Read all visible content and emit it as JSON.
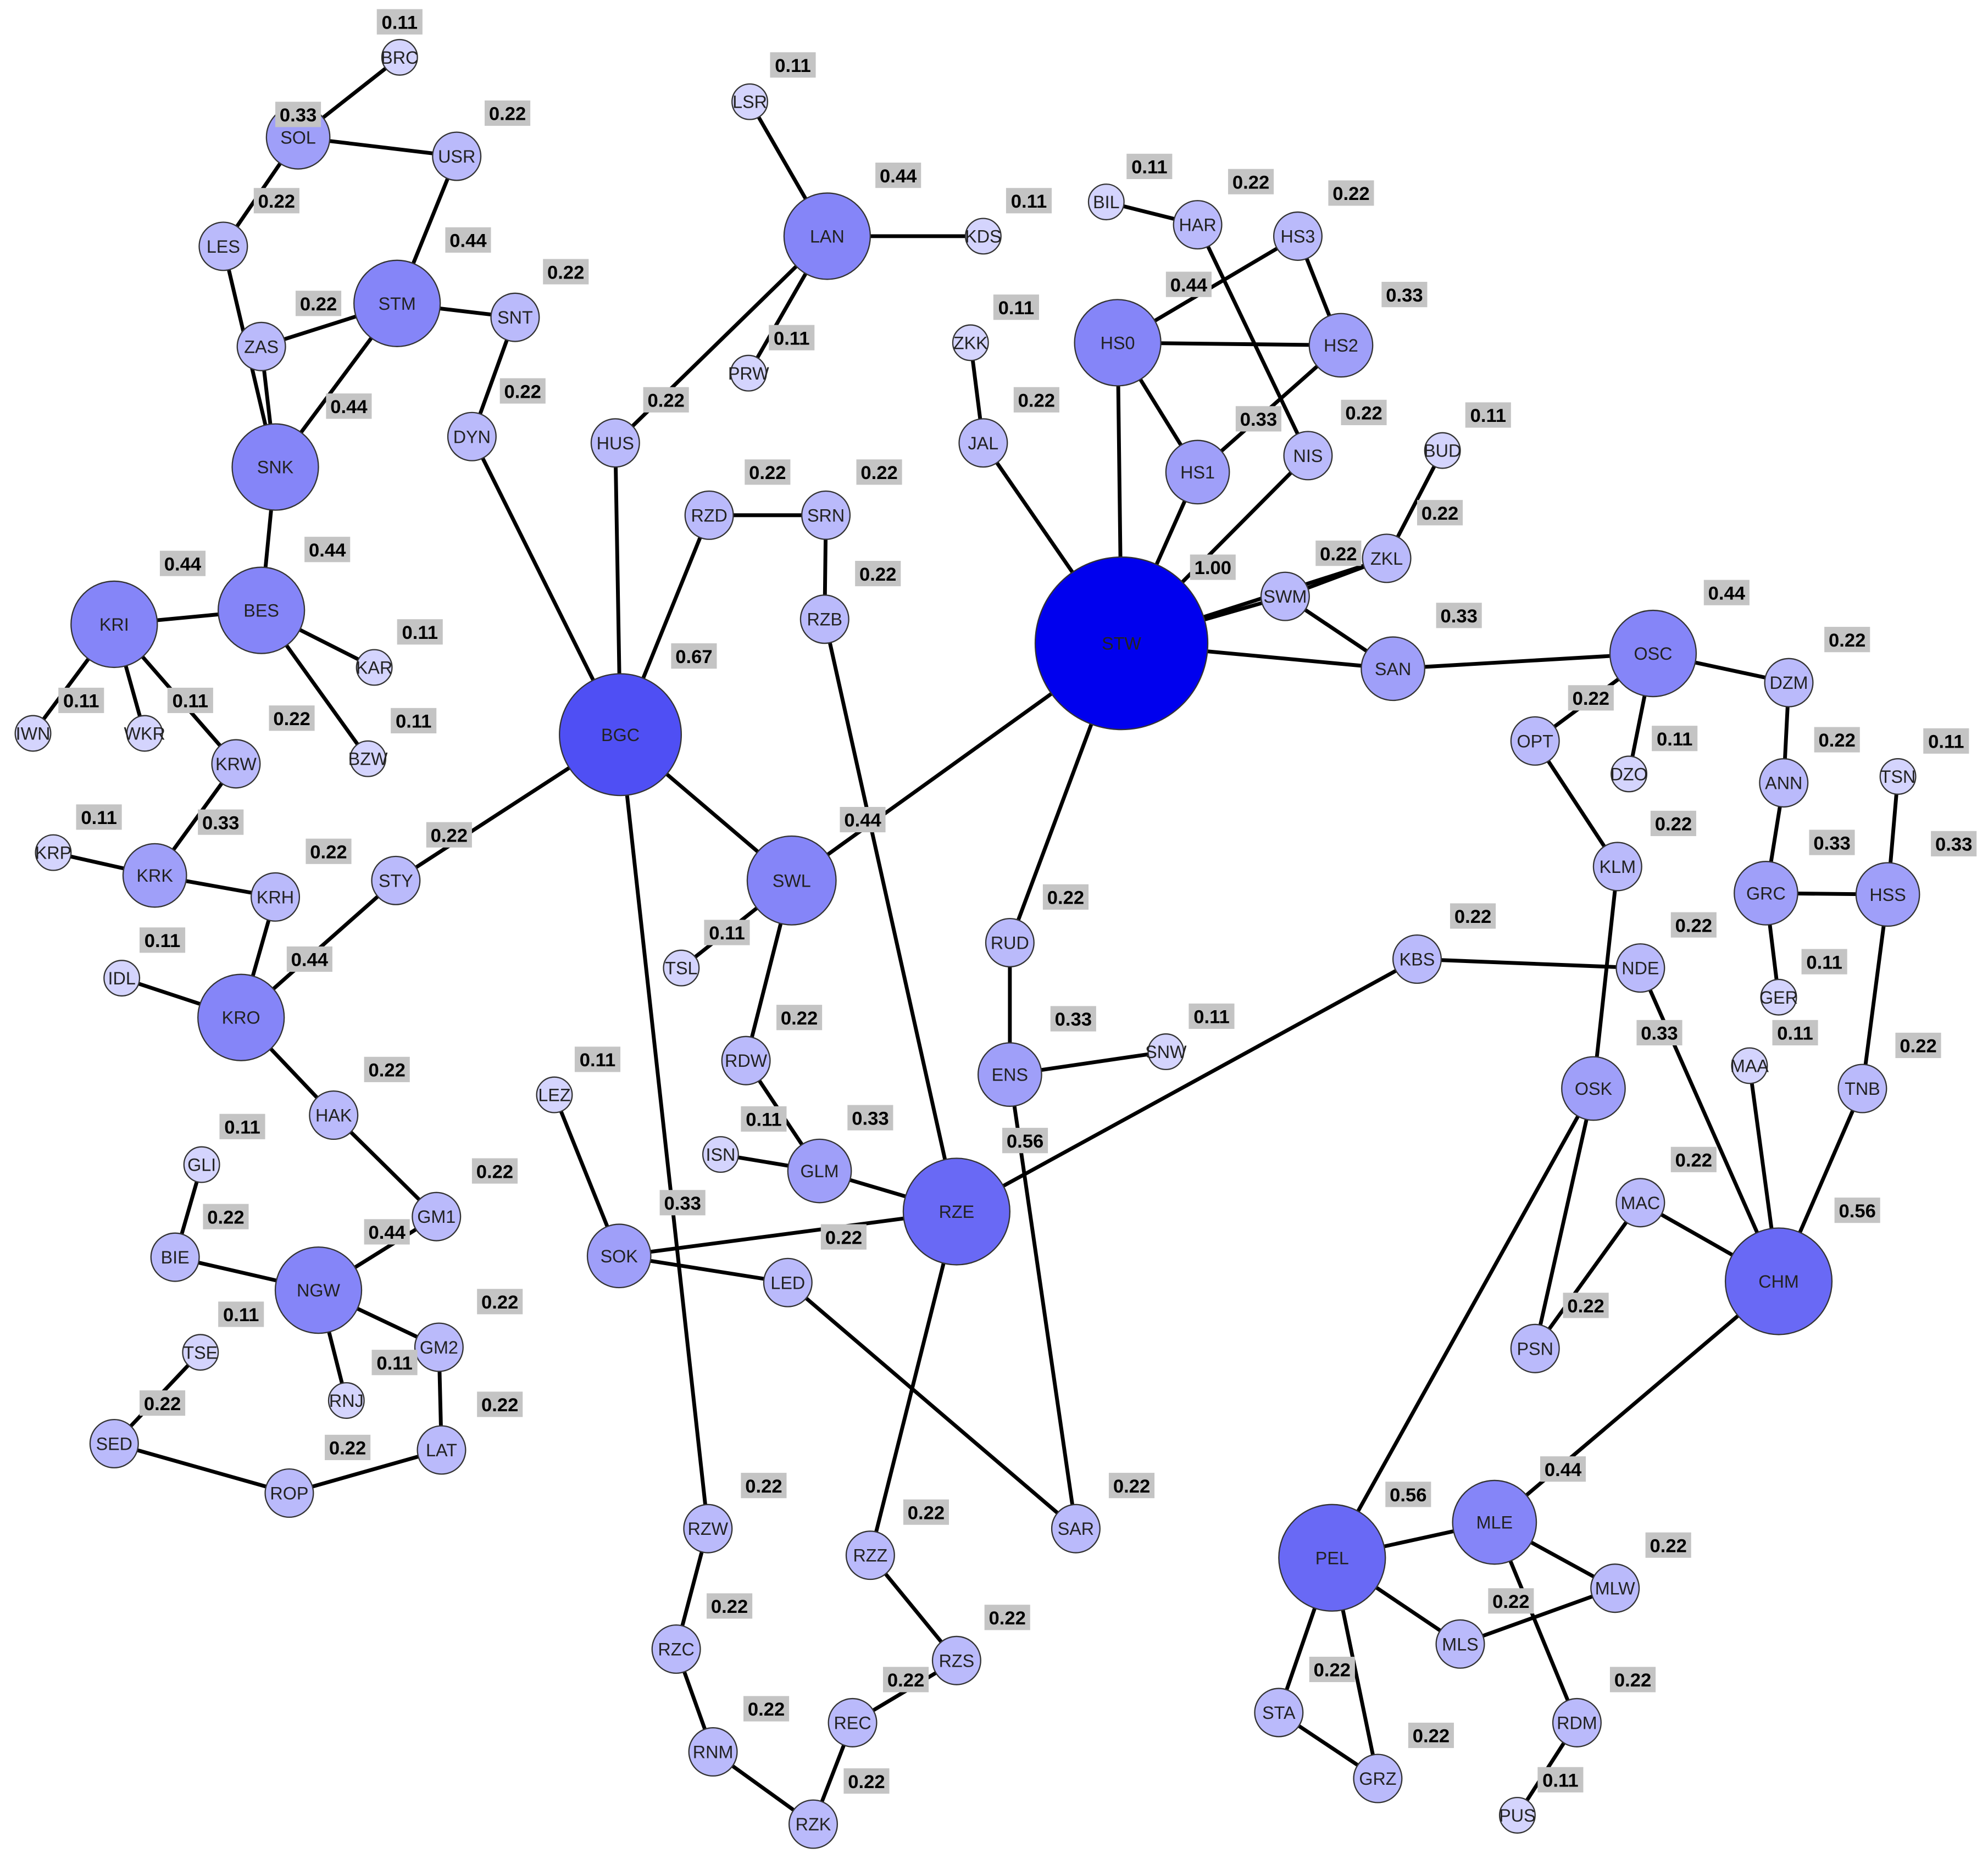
{
  "colors": {
    "background": "#ffffff",
    "edge": "#000000",
    "label_box": "#c4c4c4",
    "node_light": "#eeeeff",
    "node_dark": "#0000ee"
  },
  "nodes": [
    {
      "id": "BRC",
      "score": "0.11"
    },
    {
      "id": "SOL",
      "score": "0.33"
    },
    {
      "id": "USR",
      "score": "0.22"
    },
    {
      "id": "LES",
      "score": "0.22"
    },
    {
      "id": "STM",
      "score": "0.44"
    },
    {
      "id": "SNT",
      "score": "0.22"
    },
    {
      "id": "ZAS",
      "score": "0.22"
    },
    {
      "id": "DYN",
      "score": "0.22"
    },
    {
      "id": "SNK",
      "score": "0.44"
    },
    {
      "id": "BES",
      "score": "0.44"
    },
    {
      "id": "KRI",
      "score": "0.44"
    },
    {
      "id": "KAR",
      "score": "0.11"
    },
    {
      "id": "IWN",
      "score": "0.11"
    },
    {
      "id": "WKR",
      "score": "0.11"
    },
    {
      "id": "BZW",
      "score": "0.11"
    },
    {
      "id": "KRW",
      "score": "0.22"
    },
    {
      "id": "KRP",
      "score": "0.11"
    },
    {
      "id": "KRK",
      "score": "0.33"
    },
    {
      "id": "KRH",
      "score": "0.22"
    },
    {
      "id": "STY",
      "score": "0.22"
    },
    {
      "id": "IDL",
      "score": "0.11"
    },
    {
      "id": "KRO",
      "score": "0.44"
    },
    {
      "id": "HAK",
      "score": "0.22"
    },
    {
      "id": "GLI",
      "score": "0.11"
    },
    {
      "id": "BIE",
      "score": "0.22"
    },
    {
      "id": "GM1",
      "score": "0.22"
    },
    {
      "id": "NGW",
      "score": "0.44"
    },
    {
      "id": "TSE",
      "score": "0.11"
    },
    {
      "id": "RNJ",
      "score": "0.11"
    },
    {
      "id": "GM2",
      "score": "0.22"
    },
    {
      "id": "SED",
      "score": "0.22"
    },
    {
      "id": "LAT",
      "score": "0.22"
    },
    {
      "id": "ROP",
      "score": "0.22"
    },
    {
      "id": "LSR",
      "score": "0.11"
    },
    {
      "id": "LAN",
      "score": "0.44"
    },
    {
      "id": "KDS",
      "score": "0.11"
    },
    {
      "id": "PRW",
      "score": "0.11"
    },
    {
      "id": "HUS",
      "score": "0.22"
    },
    {
      "id": "BGC",
      "score": "0.67"
    },
    {
      "id": "RZD",
      "score": "0.22"
    },
    {
      "id": "SRN",
      "score": "0.22"
    },
    {
      "id": "RZB",
      "score": "0.22"
    },
    {
      "id": "SWL",
      "score": "0.44"
    },
    {
      "id": "TSL",
      "score": "0.11"
    },
    {
      "id": "RDW",
      "score": "0.22"
    },
    {
      "id": "ISN",
      "score": "0.11"
    },
    {
      "id": "GLM",
      "score": "0.33"
    },
    {
      "id": "LEZ",
      "score": "0.11"
    },
    {
      "id": "SOK",
      "score": "0.33"
    },
    {
      "id": "LED",
      "score": "0.22"
    },
    {
      "id": "RZE",
      "score": "0.56"
    },
    {
      "id": "RZW",
      "score": "0.22"
    },
    {
      "id": "RZC",
      "score": "0.22"
    },
    {
      "id": "RNM",
      "score": "0.22"
    },
    {
      "id": "RZK",
      "score": "0.22"
    },
    {
      "id": "REC",
      "score": "0.22"
    },
    {
      "id": "RZS",
      "score": "0.22"
    },
    {
      "id": "RZZ",
      "score": "0.22"
    },
    {
      "id": "SAR",
      "score": "0.22"
    },
    {
      "id": "BIL",
      "score": "0.11"
    },
    {
      "id": "HAR",
      "score": "0.22"
    },
    {
      "id": "HS3",
      "score": "0.22"
    },
    {
      "id": "HS0",
      "score": "0.44"
    },
    {
      "id": "HS2",
      "score": "0.33"
    },
    {
      "id": "ZKK",
      "score": "0.11"
    },
    {
      "id": "JAL",
      "score": "0.22"
    },
    {
      "id": "HS1",
      "score": "0.33"
    },
    {
      "id": "NIS",
      "score": "0.22"
    },
    {
      "id": "BUD",
      "score": "0.11"
    },
    {
      "id": "ZKL",
      "score": "0.22"
    },
    {
      "id": "SWM",
      "score": "0.22"
    },
    {
      "id": "STW",
      "score": "1.00"
    },
    {
      "id": "SAN",
      "score": "0.33"
    },
    {
      "id": "RUD",
      "score": "0.22"
    },
    {
      "id": "ENS",
      "score": "0.33"
    },
    {
      "id": "SNW",
      "score": "0.11"
    },
    {
      "id": "KBS",
      "score": "0.22"
    },
    {
      "id": "OSC",
      "score": "0.44"
    },
    {
      "id": "DZM",
      "score": "0.22"
    },
    {
      "id": "OPT",
      "score": "0.22"
    },
    {
      "id": "DZO",
      "score": "0.11"
    },
    {
      "id": "ANN",
      "score": "0.22"
    },
    {
      "id": "TSN",
      "score": "0.11"
    },
    {
      "id": "GRC",
      "score": "0.33"
    },
    {
      "id": "HSS",
      "score": "0.33"
    },
    {
      "id": "KLM",
      "score": "0.22"
    },
    {
      "id": "NDE",
      "score": "0.22"
    },
    {
      "id": "GER",
      "score": "0.11"
    },
    {
      "id": "MAA",
      "score": "0.11"
    },
    {
      "id": "OSK",
      "score": "0.33"
    },
    {
      "id": "TNB",
      "score": "0.22"
    },
    {
      "id": "MAC",
      "score": "0.22"
    },
    {
      "id": "CHM",
      "score": "0.56"
    },
    {
      "id": "PSN",
      "score": "0.22"
    },
    {
      "id": "MLE",
      "score": "0.44"
    },
    {
      "id": "PEL",
      "score": "0.56"
    },
    {
      "id": "MLW",
      "score": "0.22"
    },
    {
      "id": "MLS",
      "score": "0.22"
    },
    {
      "id": "STA",
      "score": "0.22"
    },
    {
      "id": "RDM",
      "score": "0.22"
    },
    {
      "id": "GRZ",
      "score": "0.22"
    },
    {
      "id": "PUS",
      "score": "0.11"
    }
  ],
  "edges": [
    [
      "BRC",
      "SOL"
    ],
    [
      "SOL",
      "USR"
    ],
    [
      "SOL",
      "LES"
    ],
    [
      "LES",
      "SNK"
    ],
    [
      "USR",
      "STM"
    ],
    [
      "STM",
      "ZAS"
    ],
    [
      "ZAS",
      "SNK"
    ],
    [
      "STM",
      "SNT"
    ],
    [
      "SNT",
      "DYN"
    ],
    [
      "DYN",
      "BGC"
    ],
    [
      "STM",
      "SNK"
    ],
    [
      "SNK",
      "BES"
    ],
    [
      "BES",
      "KRI"
    ],
    [
      "BES",
      "KAR"
    ],
    [
      "BES",
      "BZW"
    ],
    [
      "KRI",
      "IWN"
    ],
    [
      "KRI",
      "WKR"
    ],
    [
      "KRI",
      "KRW"
    ],
    [
      "KRW",
      "KRK"
    ],
    [
      "KRP",
      "KRK"
    ],
    [
      "KRK",
      "KRH"
    ],
    [
      "KRH",
      "KRO"
    ],
    [
      "KRO",
      "STY"
    ],
    [
      "STY",
      "BGC"
    ],
    [
      "IDL",
      "KRO"
    ],
    [
      "KRO",
      "HAK"
    ],
    [
      "HAK",
      "GM1"
    ],
    [
      "GM1",
      "NGW"
    ],
    [
      "GLI",
      "BIE"
    ],
    [
      "BIE",
      "NGW"
    ],
    [
      "NGW",
      "RNJ"
    ],
    [
      "NGW",
      "GM2"
    ],
    [
      "GM2",
      "LAT"
    ],
    [
      "LAT",
      "ROP"
    ],
    [
      "ROP",
      "SED"
    ],
    [
      "SED",
      "TSE"
    ],
    [
      "LSR",
      "LAN"
    ],
    [
      "LAN",
      "KDS"
    ],
    [
      "LAN",
      "PRW"
    ],
    [
      "LAN",
      "HUS"
    ],
    [
      "HUS",
      "BGC"
    ],
    [
      "BGC",
      "RZD"
    ],
    [
      "RZD",
      "SRN"
    ],
    [
      "SRN",
      "RZB"
    ],
    [
      "RZB",
      "RZE"
    ],
    [
      "BGC",
      "SWL"
    ],
    [
      "SWL",
      "STW"
    ],
    [
      "SWL",
      "TSL"
    ],
    [
      "SWL",
      "RDW"
    ],
    [
      "RDW",
      "GLM"
    ],
    [
      "ISN",
      "GLM"
    ],
    [
      "GLM",
      "RZE"
    ],
    [
      "LEZ",
      "SOK"
    ],
    [
      "SOK",
      "RZE"
    ],
    [
      "SOK",
      "LED"
    ],
    [
      "LED",
      "SAR"
    ],
    [
      "BGC",
      "RZW"
    ],
    [
      "RZW",
      "RZC"
    ],
    [
      "RZC",
      "RNM"
    ],
    [
      "RNM",
      "RZK"
    ],
    [
      "RZK",
      "REC"
    ],
    [
      "REC",
      "RZS"
    ],
    [
      "RZS",
      "RZZ"
    ],
    [
      "RZZ",
      "RZE"
    ],
    [
      "RZE",
      "KBS"
    ],
    [
      "KBS",
      "NDE"
    ],
    [
      "SAR",
      "ENS"
    ],
    [
      "ENS",
      "RUD"
    ],
    [
      "RUD",
      "STW"
    ],
    [
      "ENS",
      "SNW"
    ],
    [
      "BIL",
      "HAR"
    ],
    [
      "HAR",
      "NIS"
    ],
    [
      "HS3",
      "HS0"
    ],
    [
      "HS3",
      "HS2"
    ],
    [
      "HS0",
      "HS2"
    ],
    [
      "HS0",
      "HS1"
    ],
    [
      "HS1",
      "HS2"
    ],
    [
      "HS0",
      "STW"
    ],
    [
      "HS1",
      "STW"
    ],
    [
      "NIS",
      "STW"
    ],
    [
      "ZKK",
      "JAL"
    ],
    [
      "JAL",
      "STW"
    ],
    [
      "BUD",
      "ZKL"
    ],
    [
      "ZKL",
      "SWM"
    ],
    [
      "STW",
      "SWM"
    ],
    [
      "STW",
      "ZKL"
    ],
    [
      "SWM",
      "SAN"
    ],
    [
      "STW",
      "SAN"
    ],
    [
      "SAN",
      "OSC"
    ],
    [
      "OSC",
      "DZM"
    ],
    [
      "OSC",
      "OPT"
    ],
    [
      "OSC",
      "DZO"
    ],
    [
      "DZM",
      "ANN"
    ],
    [
      "ANN",
      "GRC"
    ],
    [
      "GRC",
      "HSS"
    ],
    [
      "TSN",
      "HSS"
    ],
    [
      "GRC",
      "GER"
    ],
    [
      "HSS",
      "TNB"
    ],
    [
      "TNB",
      "CHM"
    ],
    [
      "MAA",
      "CHM"
    ],
    [
      "NDE",
      "CHM"
    ],
    [
      "OPT",
      "KLM"
    ],
    [
      "KLM",
      "OSK"
    ],
    [
      "OSK",
      "PSN"
    ],
    [
      "OSK",
      "PEL"
    ],
    [
      "MAC",
      "PSN"
    ],
    [
      "MAC",
      "CHM"
    ],
    [
      "CHM",
      "MLE"
    ],
    [
      "MLE",
      "PEL"
    ],
    [
      "MLE",
      "MLW"
    ],
    [
      "MLE",
      "RDM"
    ],
    [
      "PEL",
      "MLS"
    ],
    [
      "MLS",
      "MLW"
    ],
    [
      "PEL",
      "STA"
    ],
    [
      "PEL",
      "GRZ"
    ],
    [
      "STA",
      "GRZ"
    ],
    [
      "RDM",
      "PUS"
    ]
  ]
}
